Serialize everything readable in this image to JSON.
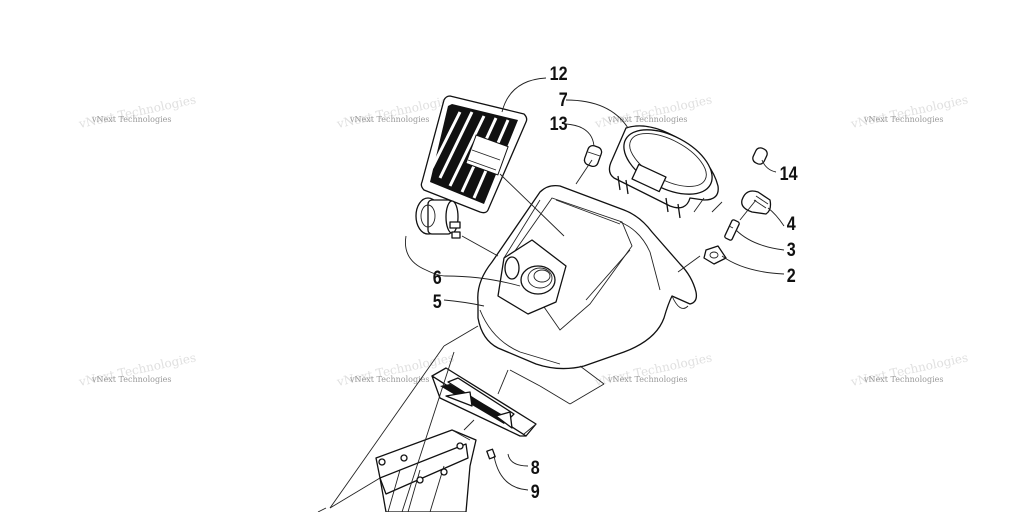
{
  "callouts": [
    {
      "id": "12",
      "label": "12"
    },
    {
      "id": "7",
      "label": "7"
    },
    {
      "id": "13",
      "label": "13"
    },
    {
      "id": "14",
      "label": "14"
    },
    {
      "id": "4",
      "label": "4"
    },
    {
      "id": "3",
      "label": "3"
    },
    {
      "id": "2",
      "label": "2"
    },
    {
      "id": "6",
      "label": "6"
    },
    {
      "id": "5",
      "label": "5"
    },
    {
      "id": "8",
      "label": "8"
    },
    {
      "id": "9",
      "label": "9"
    }
  ],
  "watermark": {
    "line1": "vNext Technologies",
    "line2": "vNext Technologies"
  },
  "colors": {
    "ink": "#111111",
    "watermark": "#9a9a9a",
    "background": "#ffffff"
  }
}
